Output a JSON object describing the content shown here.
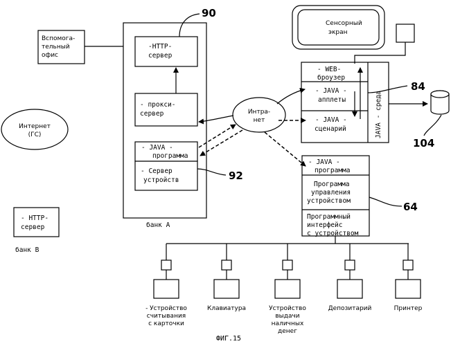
{
  "caption": "ФИГ.15",
  "refs": {
    "r90": "90",
    "r84": "84",
    "r92": "92",
    "r104": "104",
    "r64": "64"
  },
  "nodes": {
    "back_office": [
      "Вспомога-",
      "тельный",
      "офис"
    ],
    "internet": [
      "Интернет",
      "(ГС)"
    ],
    "http_server_a": [
      "-HTTP-",
      "сервер"
    ],
    "proxy_server": [
      "- прокси-",
      "сервер"
    ],
    "java_program_a": "- JAVA -",
    "java_program_a_sub": "программа",
    "device_server": [
      "- Сервер",
      "устройств"
    ],
    "bank_a": "банк А",
    "http_server_b": [
      "- HTTP-",
      "сервер"
    ],
    "bank_b": "банк В",
    "intranet": [
      "Интра-",
      "нет"
    ],
    "touch_screen": [
      "Сенсорный",
      "экран"
    ],
    "web_browser": [
      "- WEB-",
      "броузер"
    ],
    "java_applets": [
      "- JAVA -",
      "апплеты"
    ],
    "java_scenario": [
      "- JAVA -",
      "сценарий"
    ],
    "java_env": "JAVA - среда",
    "java_program_t": [
      "- JAVA -",
      "программа"
    ],
    "device_mgmt": [
      "Программа",
      "управления",
      "устройством"
    ],
    "device_api": [
      "Программный",
      "интерфейс",
      "с устройством"
    ]
  },
  "devices": [
    {
      "label": [
        "- Устройство",
        "считывания",
        "с карточки"
      ]
    },
    {
      "label": [
        "Клавиатура"
      ]
    },
    {
      "label": [
        "Устройство",
        "выдачи",
        "наличных",
        "денег"
      ]
    },
    {
      "label": [
        "Депозитарий"
      ]
    },
    {
      "label": [
        "Принтер"
      ]
    }
  ]
}
